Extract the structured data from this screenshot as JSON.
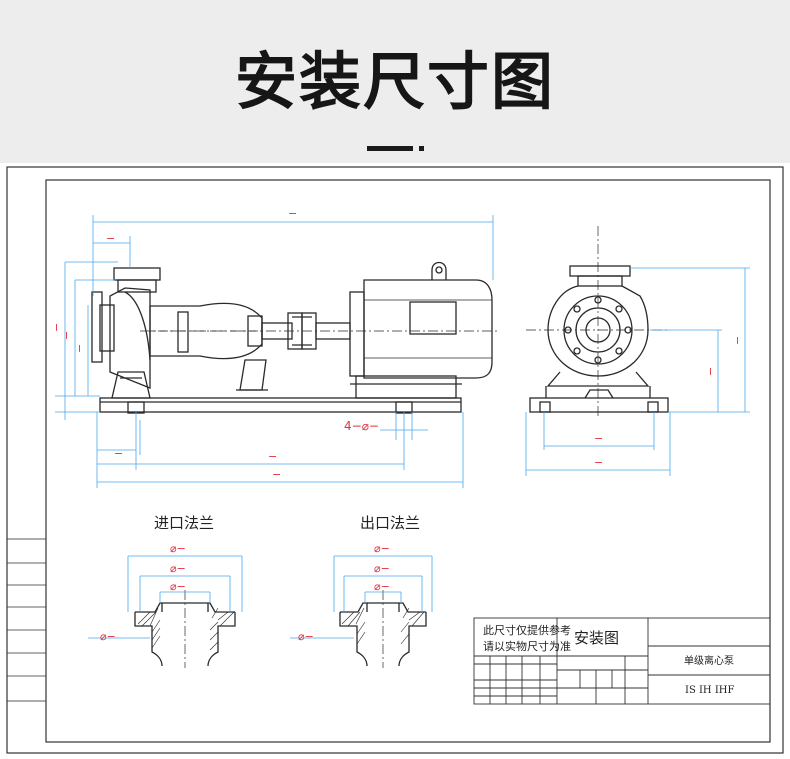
{
  "header": {
    "title": "安装尺寸图"
  },
  "drawing": {
    "flange_count_label": "4−⌀−",
    "inlet_flange_label": "进口法兰",
    "outlet_flange_label": "出口法兰",
    "phi_label": "⌀−",
    "dash_label": "−",
    "title_block": {
      "note_line1": "此尺寸仅提供参考",
      "note_line2": "请以实物尺寸为准",
      "drawing_name": "安装图",
      "product_name": "单级离心泵",
      "model": "IS IH IHF"
    }
  },
  "colors": {
    "line": "#2a2a2a",
    "dimension": "#e0313f",
    "header_bg": "#ededed"
  }
}
